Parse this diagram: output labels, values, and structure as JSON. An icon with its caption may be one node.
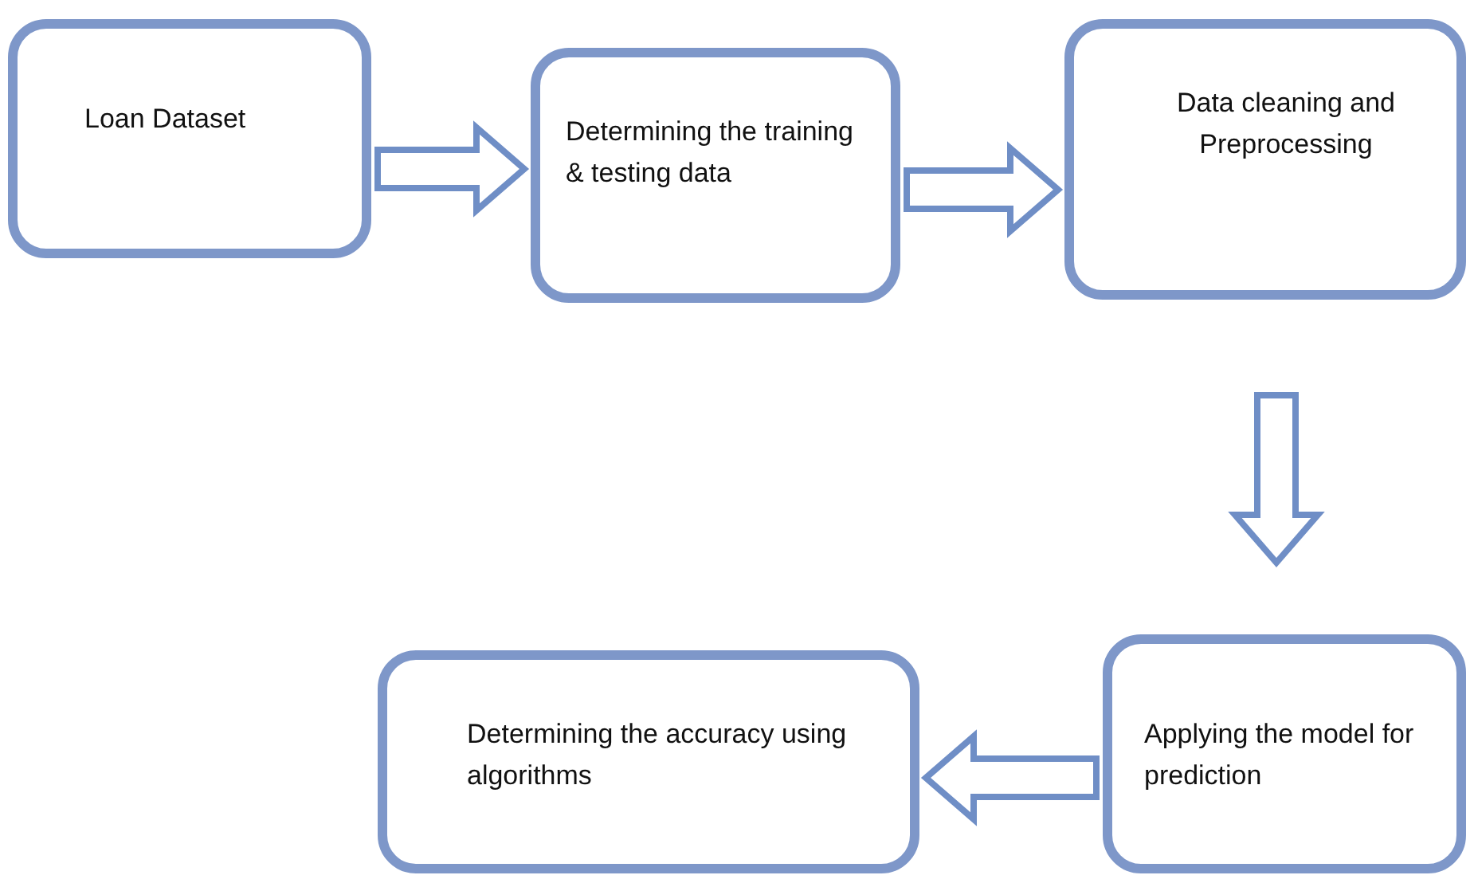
{
  "diagram": {
    "nodes": [
      {
        "text": [
          "Loan Dataset"
        ]
      },
      {
        "text": [
          "Determining the training & testing data"
        ]
      },
      {
        "text": [
          "Data cleaning and Preprocessing"
        ]
      },
      {
        "text": [
          "Applying the model for prediction"
        ]
      },
      {
        "text": [
          "Determining the accuracy using algorithms"
        ]
      }
    ],
    "edges": [
      {
        "from": 0,
        "to": 1,
        "arrow": "to"
      },
      {
        "from": 1,
        "to": 2,
        "arrow": "to"
      },
      {
        "from": 2,
        "to": 3,
        "arrow": "to"
      },
      {
        "from": 3,
        "to": 4,
        "arrow": "to"
      }
    ]
  }
}
